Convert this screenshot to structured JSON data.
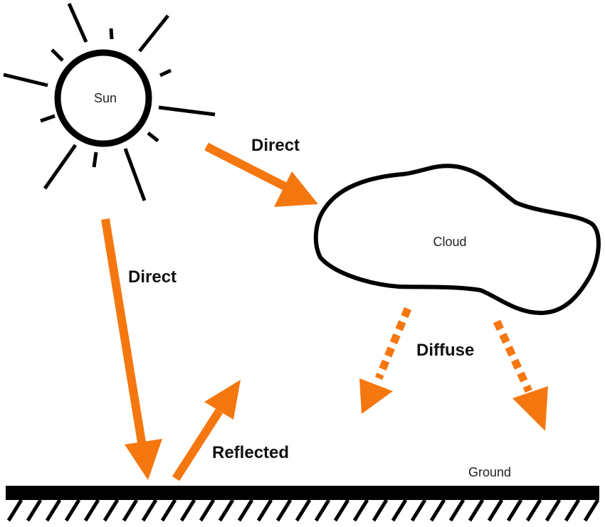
{
  "labels": {
    "sun": "Sun",
    "cloud": "Cloud",
    "direct_to_cloud": "Direct",
    "direct_to_ground": "Direct",
    "diffuse": "Diffuse",
    "reflected": "Reflected",
    "ground": "Ground"
  },
  "colors": {
    "arrow": "#f5770f",
    "outline": "#000000",
    "background": "#ffffff"
  }
}
